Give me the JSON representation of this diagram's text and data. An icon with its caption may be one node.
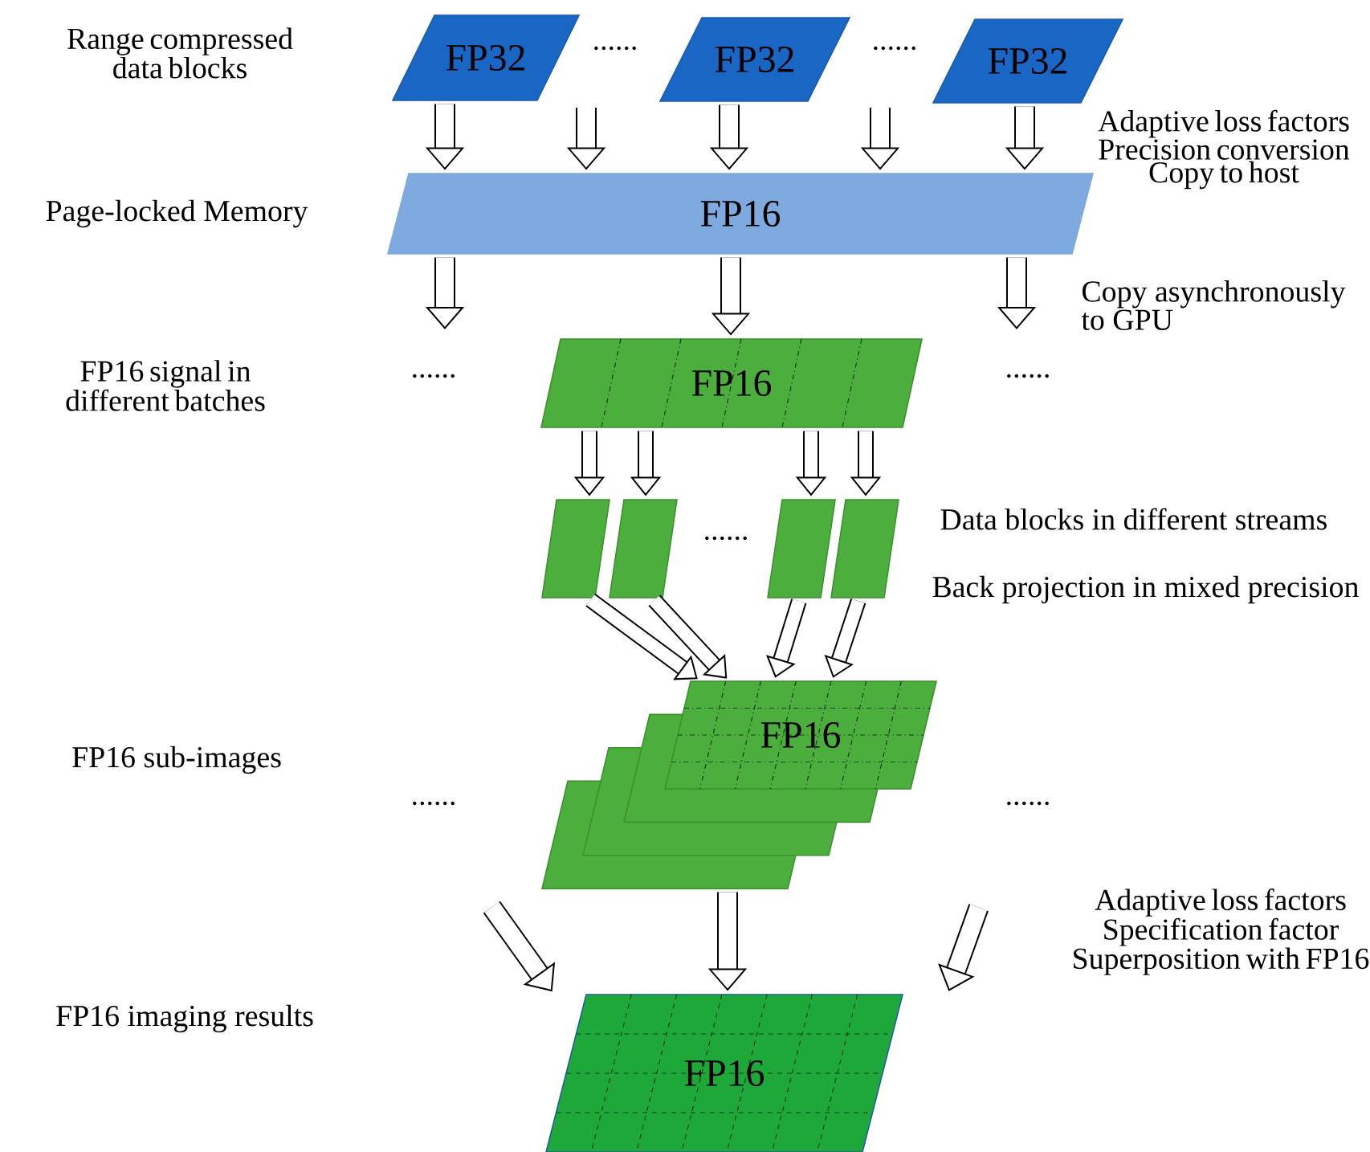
{
  "diagram": {
    "nodes": [
      {
        "text": [
          "FP32"
        ]
      },
      {
        "text": [
          "FP32"
        ]
      },
      {
        "text": [
          "FP32"
        ]
      },
      {
        "text": [
          "FP16"
        ]
      },
      {
        "text": [
          "FP16"
        ]
      },
      {
        "text": [],
        "shape": "parallelogram"
      },
      {
        "text": [],
        "shape": "parallelogram"
      },
      {
        "text": [],
        "shape": "parallelogram"
      },
      {
        "text": [],
        "shape": "parallelogram"
      },
      {
        "text": [
          "FP16"
        ]
      },
      {
        "text": [],
        "shape": "parallelogram"
      },
      {
        "text": [],
        "shape": "parallelogram"
      },
      {
        "text": [],
        "shape": "parallelogram"
      },
      {
        "text": [
          "FP16"
        ]
      }
    ],
    "edges": [
      {
        "from": 0,
        "to": 3,
        "arrow": "to"
      },
      {
        "from": null,
        "to": 3,
        "arrow": "to"
      },
      {
        "from": 1,
        "to": 3,
        "arrow": "to"
      },
      {
        "from": null,
        "to": 3,
        "arrow": "to"
      },
      {
        "from": 2,
        "to": 3,
        "arrow": "to"
      },
      {
        "from": 3,
        "to": null,
        "arrow": "to"
      },
      {
        "from": 3,
        "to": 4,
        "arrow": "to"
      },
      {
        "from": 3,
        "to": null,
        "arrow": "to"
      },
      {
        "from": 4,
        "to": 5,
        "arrow": "to"
      },
      {
        "from": 4,
        "to": 6,
        "arrow": "to"
      },
      {
        "from": 4,
        "to": 7,
        "arrow": "to"
      },
      {
        "from": 4,
        "to": 8,
        "arrow": "to"
      },
      {
        "from": 5,
        "to": 9,
        "arrow": "to"
      },
      {
        "from": 6,
        "to": 9,
        "arrow": "to"
      },
      {
        "from": 7,
        "to": 9,
        "arrow": "to"
      },
      {
        "from": 8,
        "to": 9,
        "arrow": "to"
      },
      {
        "from": null,
        "to": 13,
        "arrow": "to"
      },
      {
        "from": 12,
        "to": 13,
        "arrow": "to"
      },
      {
        "from": null,
        "to": 13,
        "arrow": "to"
      }
    ],
    "labels": [
      "Range compressed data blocks",
      "......",
      "......",
      "Adaptive loss factors Precision conversion Copy to host",
      "Page-locked Memory",
      "Copy asynchronously to GPU",
      "FP16 signal in different batches",
      "......",
      "......",
      "Data blocks in different streams",
      "......",
      "Back projection in mixed precision",
      "FP16 sub-images",
      "......",
      "......",
      "Adaptive loss factors Specification factor Superposition with FP16",
      "FP16 imaging results"
    ]
  }
}
